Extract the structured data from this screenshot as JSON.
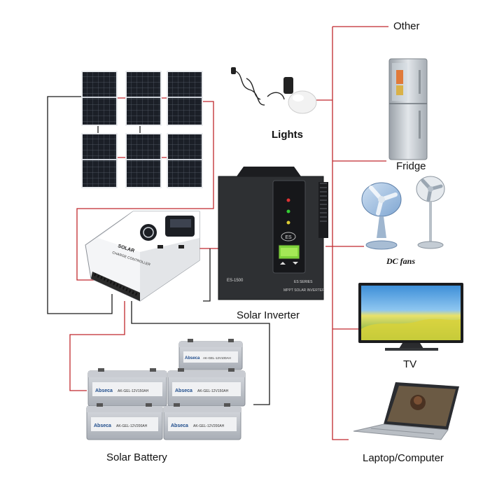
{
  "labels": {
    "other": "Other",
    "fridge": "Fridge",
    "lights": "Lights",
    "dc_fans": "DC fans",
    "solar_inverter": "Solar Inverter",
    "tv": "TV",
    "solar_battery": "Solar Battery",
    "laptop": "Laptop/Computer"
  },
  "controller": {
    "brand_line1": "SOLAR",
    "brand_line2": "CHARGE CONTROLLER"
  },
  "inverter": {
    "model": "ES-1500",
    "series": "ES SERIES",
    "subtitle": "MPPT SOLAR INVERTER",
    "badge": "ES"
  },
  "batteries": {
    "brand": "Abseca",
    "models": [
      "AK-GEL-12V100AH",
      "AK-GEL-12V150AH",
      "AK-GEL-12V150AH",
      "AK-GEL-12V200AH",
      "AK-GEL-12V200AH"
    ]
  },
  "colors": {
    "wire_red": "#c0282d",
    "wire_black": "#1a1a1a"
  },
  "icons": [
    "solar-panel-icon",
    "light-bulb-icon",
    "fridge-icon",
    "fan-icon",
    "tv-icon",
    "laptop-icon",
    "battery-icon",
    "charge-controller-icon",
    "inverter-icon"
  ]
}
